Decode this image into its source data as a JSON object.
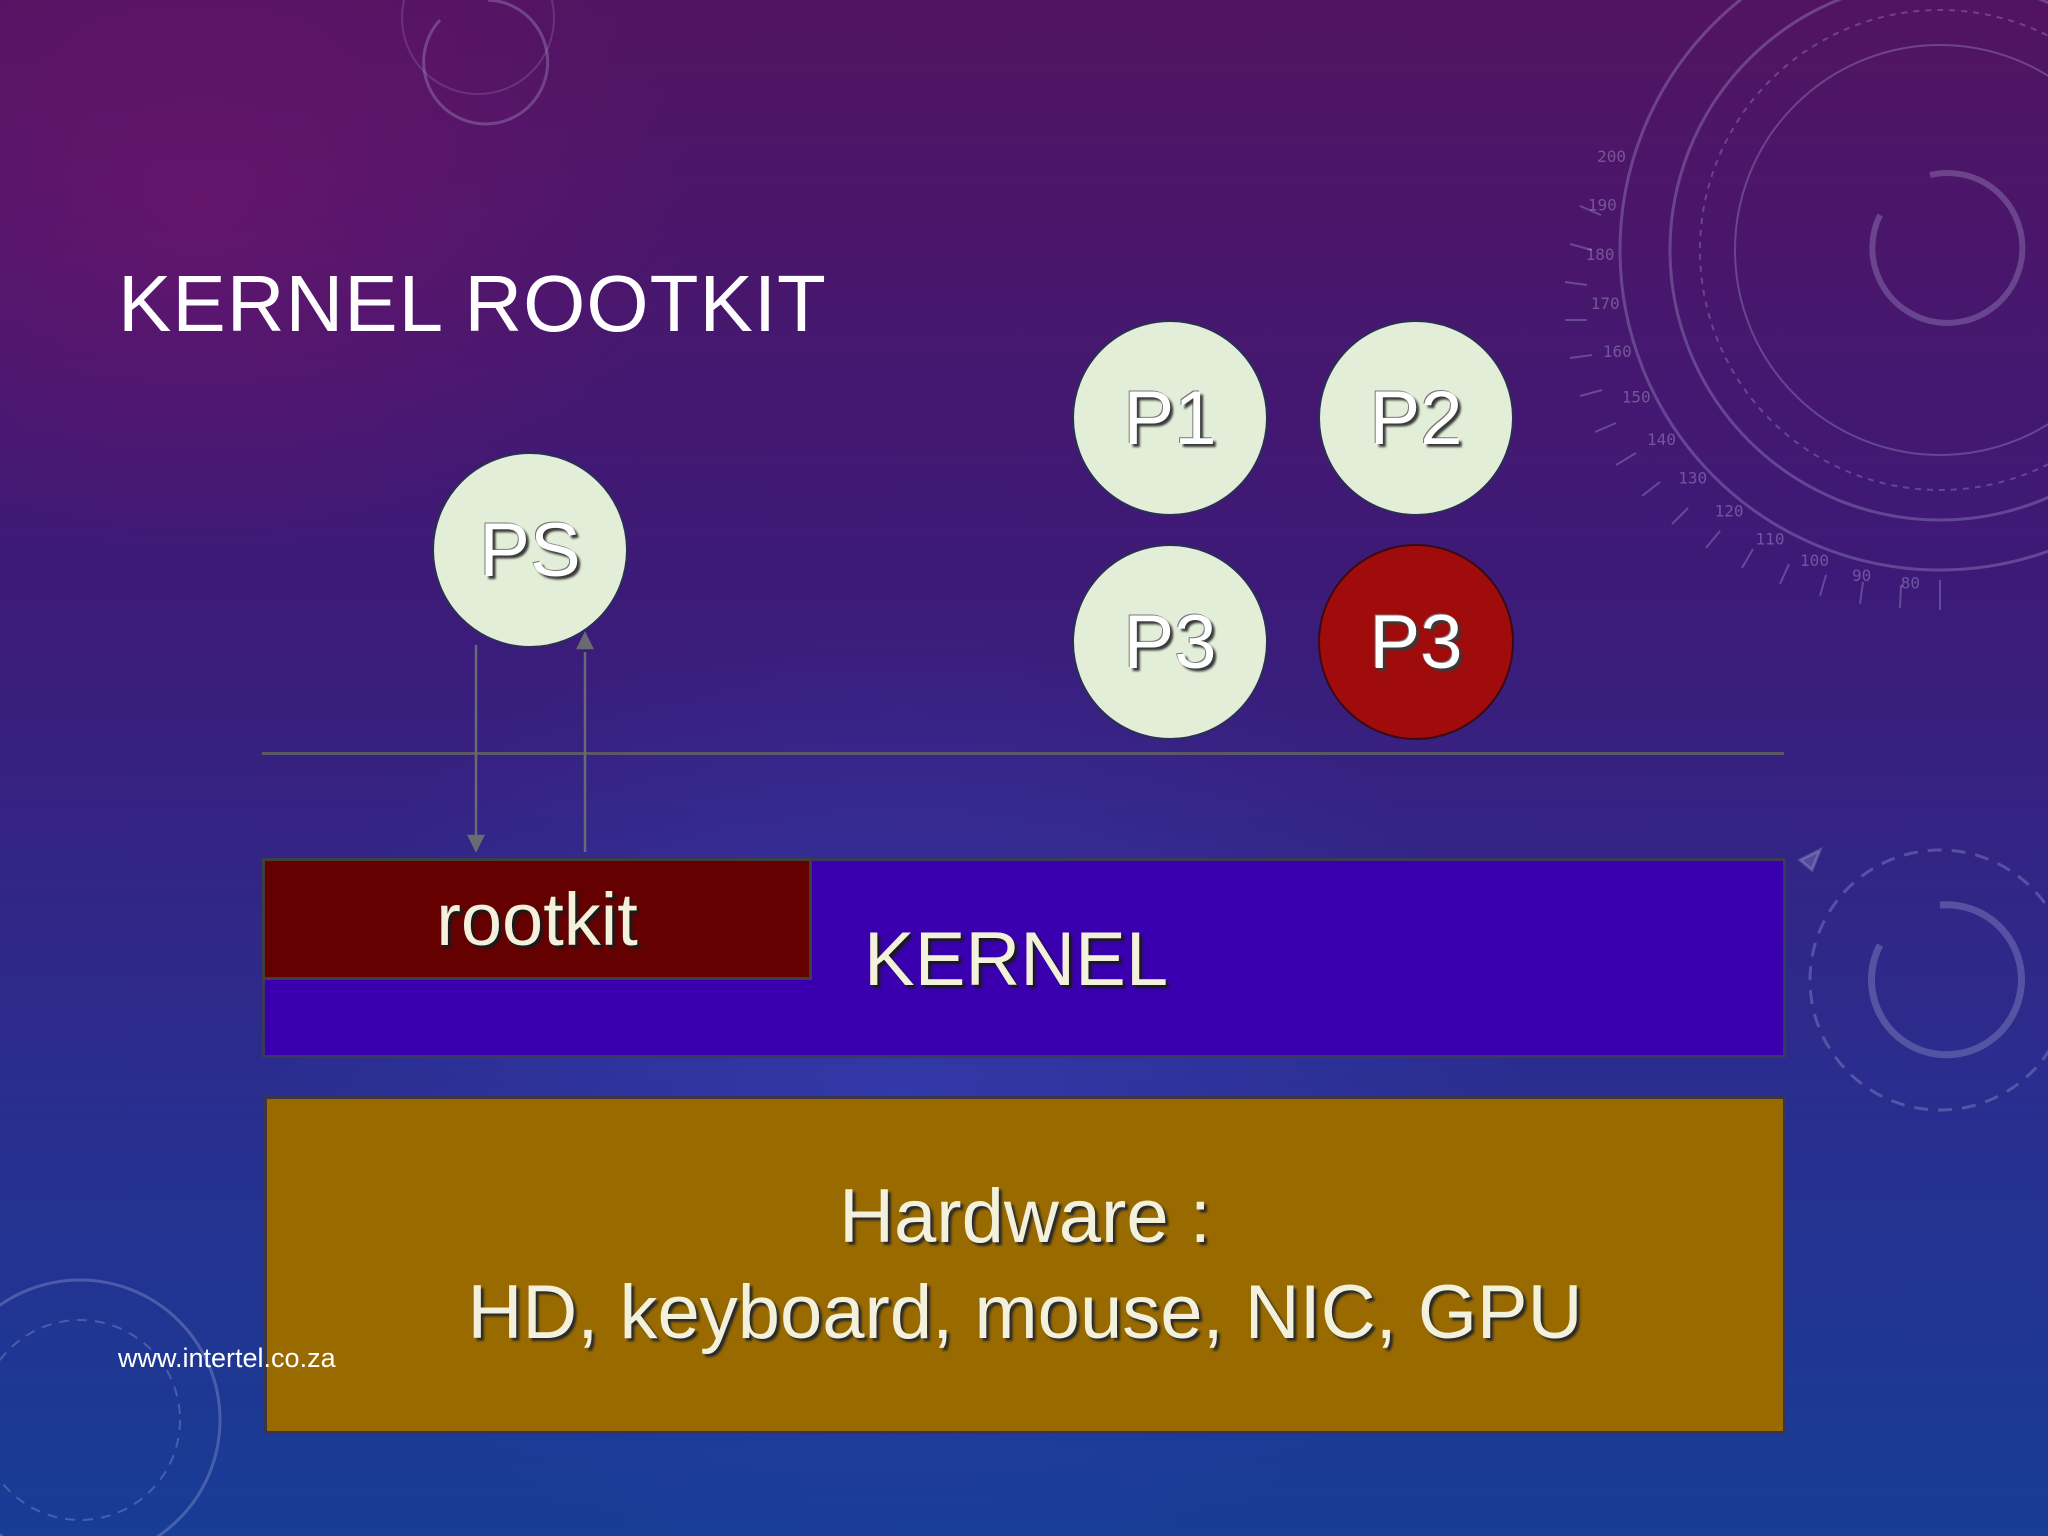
{
  "slide": {
    "title": "KERNEL ROOTKIT",
    "footer": "www.intertel.co.za"
  },
  "processes": {
    "ps": "PS",
    "p1": "P1",
    "p2": "P2",
    "p3": "P3",
    "p3_hidden": "P3"
  },
  "layers": {
    "rootkit": "rootkit",
    "kernel": "KERNEL",
    "hardware_line1": "Hardware :",
    "hardware_line2": "HD, keyboard, mouse, NIC, GPU"
  },
  "dial_ticks": [
    "200",
    "190",
    "180",
    "170",
    "160",
    "150",
    "140",
    "130",
    "120",
    "110",
    "100",
    "90",
    "80"
  ],
  "colors": {
    "process_fill": "#e3eed8",
    "hidden_process_fill": "#a00c0c",
    "rootkit_fill": "#650000",
    "kernel_fill": "#3a00b0",
    "hardware_fill": "#986a00"
  }
}
